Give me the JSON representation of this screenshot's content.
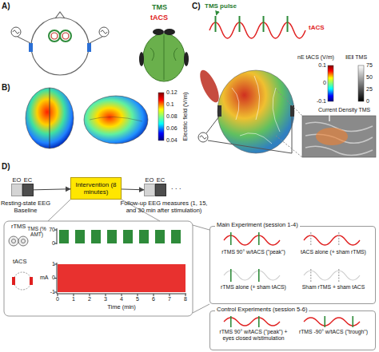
{
  "diagram": {
    "nodes": [
      {
        "text": [
          "EO"
        ]
      },
      {
        "text": [
          "EC"
        ]
      },
      {
        "text": [
          "Intervention (8 minutes)"
        ]
      },
      {
        "text": [
          "EO"
        ]
      },
      {
        "text": [
          "EC"
        ]
      },
      {
        "text": [
          "Main Experiment (session 1-4)"
        ]
      },
      {
        "text": [
          "rTMS 90° w/tACS (\"peak\")"
        ],
        "in": 5
      },
      {
        "text": [
          "tACS alone (+ sham rTMS)"
        ],
        "in": 5
      },
      {
        "text": [
          "rTMS alone (+ sham tACS)"
        ],
        "in": 5
      },
      {
        "text": [
          "Sham rTMS + sham tACS"
        ],
        "in": 5
      },
      {
        "text": [
          "Control Experiments (session 5-6)"
        ]
      },
      {
        "text": [
          "rTMS 90° w/tACS (\"peak\") + eyes closed w/stimulation"
        ],
        "in": 10
      },
      {
        "text": [
          "rTMS -90° w/tACS (\"trough\")"
        ],
        "in": 10
      }
    ],
    "edges": [
      {
        "from": 1,
        "to": 2,
        "arrow": "to"
      },
      {
        "from": 2,
        "to": 3,
        "arrow": "to"
      }
    ],
    "labels": [
      "A)",
      "TMS",
      "tACS",
      "B)",
      "0.12",
      "0.1",
      "0.08",
      "0.06",
      "0.04",
      "Electric field (V/m)",
      "C)",
      "TMS pulse",
      "tACS",
      "nE tACS (V/m)",
      "‖E‖ TMS",
      "0.1",
      "0",
      "-0.1",
      "75",
      "50",
      "25",
      "0",
      "Current Density TMS",
      "D)",
      "Resting-state EEG Baseline",
      ". . .",
      "Follow-up EEG measures (1, 15, and 30 min after stimulation)",
      "rTMS",
      "tACS",
      "TMS (% AMT)",
      "70",
      "0",
      "mA",
      "1",
      "0",
      "-1",
      "0",
      "1",
      "2",
      "3",
      "4",
      "5",
      "6",
      "7",
      "8",
      "Time (min)"
    ]
  }
}
